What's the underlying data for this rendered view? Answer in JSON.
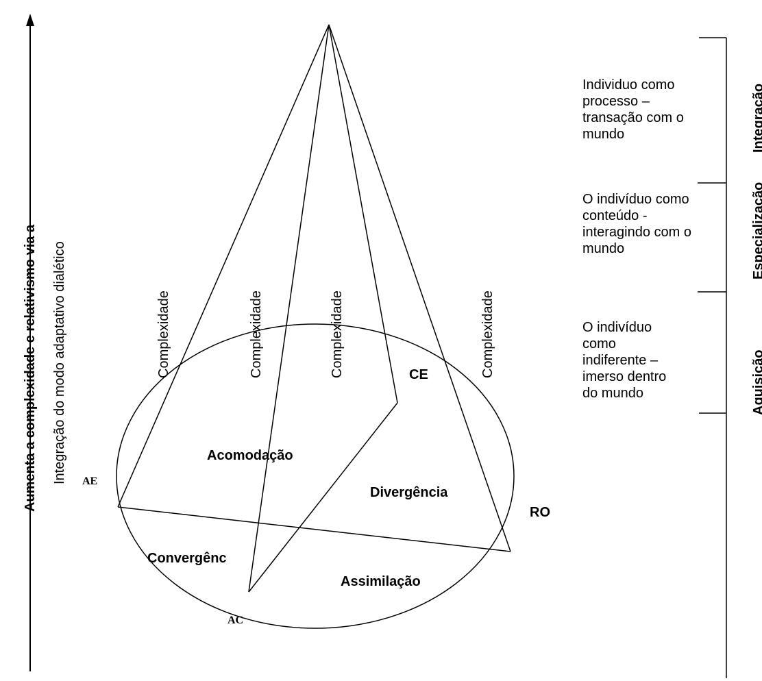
{
  "axis": {
    "main_label": "Aumenta a complexidade e relativismo via a",
    "sub_label": "Integração do modo adaptativo dialético"
  },
  "vertex_labels": {
    "ae": "AE",
    "ce": "CE",
    "ro": "RO",
    "ac": "AC"
  },
  "quadrants": {
    "acomodacao": "Acomodação",
    "divergencia": "Divergência",
    "convergencia": "Convergênc",
    "assimilacao": "Assimilação"
  },
  "complexity_labels": [
    "Complexidade",
    "Complexidade",
    "Complexidade",
    "Complexidade"
  ],
  "stages": [
    {
      "name": "Integração",
      "lines": [
        "Individuo como",
        "processo –",
        "transação com o",
        "mundo"
      ]
    },
    {
      "name": "Especialização",
      "lines": [
        "O indivíduo como",
        "conteúdo  -",
        "interagindo com o",
        "mundo"
      ]
    },
    {
      "name": "Aquisição",
      "lines": [
        "O indivíduo",
        "como",
        "indiferente –",
        "imerso dentro",
        "do mundo"
      ]
    }
  ],
  "colors": {
    "stroke": "#000000",
    "background": "#ffffff"
  }
}
